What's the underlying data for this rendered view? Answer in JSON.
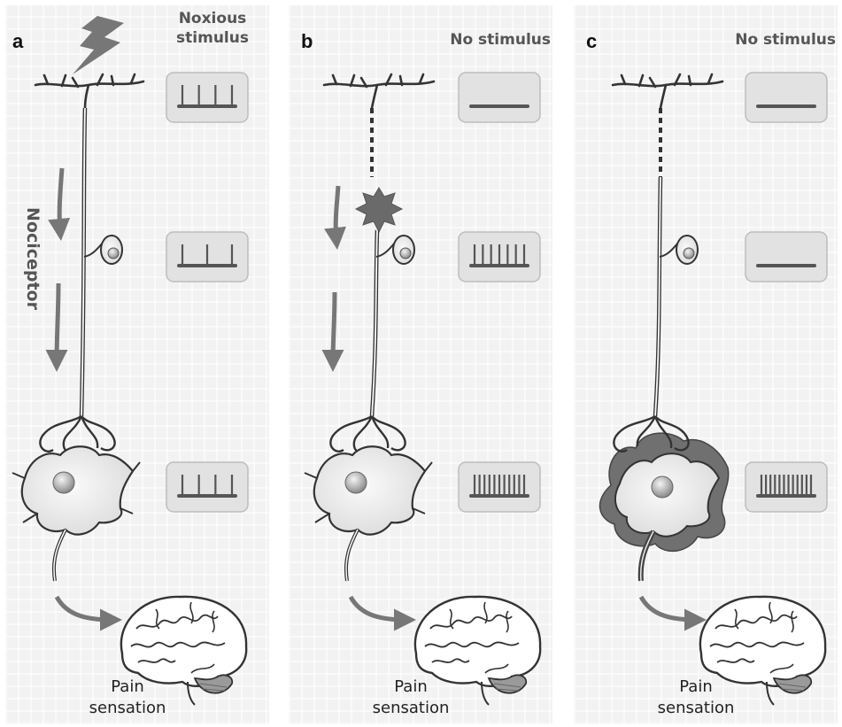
{
  "panels": [
    {
      "label": "a",
      "stimulus": "Noxious stimulus",
      "stimulus_lines": [
        "Noxious",
        "stimulus"
      ],
      "pathway_label": "Nociceptor",
      "outcome_lines": [
        "Pain",
        "sensation"
      ],
      "recordings": {
        "peripheral": "4 spikes",
        "cell_body": "3 spikes",
        "central": "4 spikes"
      }
    },
    {
      "label": "b",
      "stimulus": "No stimulus",
      "stimulus_lines": [
        "No stimulus"
      ],
      "outcome_lines": [
        "Pain",
        "sensation"
      ],
      "recordings": {
        "peripheral": "flat",
        "cell_body": "7 spikes",
        "central": "11 spikes"
      }
    },
    {
      "label": "c",
      "stimulus": "No stimulus",
      "stimulus_lines": [
        "No stimulus"
      ],
      "outcome_lines": [
        "Pain",
        "sensation"
      ],
      "recordings": {
        "peripheral": "flat",
        "cell_body": "flat",
        "central": "12 spikes"
      }
    }
  ],
  "spike_counts": {
    "a": [
      4,
      3,
      4
    ],
    "b": [
      0,
      7,
      11
    ],
    "c": [
      0,
      0,
      12
    ]
  },
  "colors": {
    "panel_bg": "#f2f2f2",
    "neuron": "#444444",
    "highlight": "#6a6a6a",
    "arrow": "#777777",
    "box": "#e2e2e2"
  },
  "icons": [
    "lightning-bolt-icon",
    "star-lesion-icon",
    "brain-icon"
  ]
}
